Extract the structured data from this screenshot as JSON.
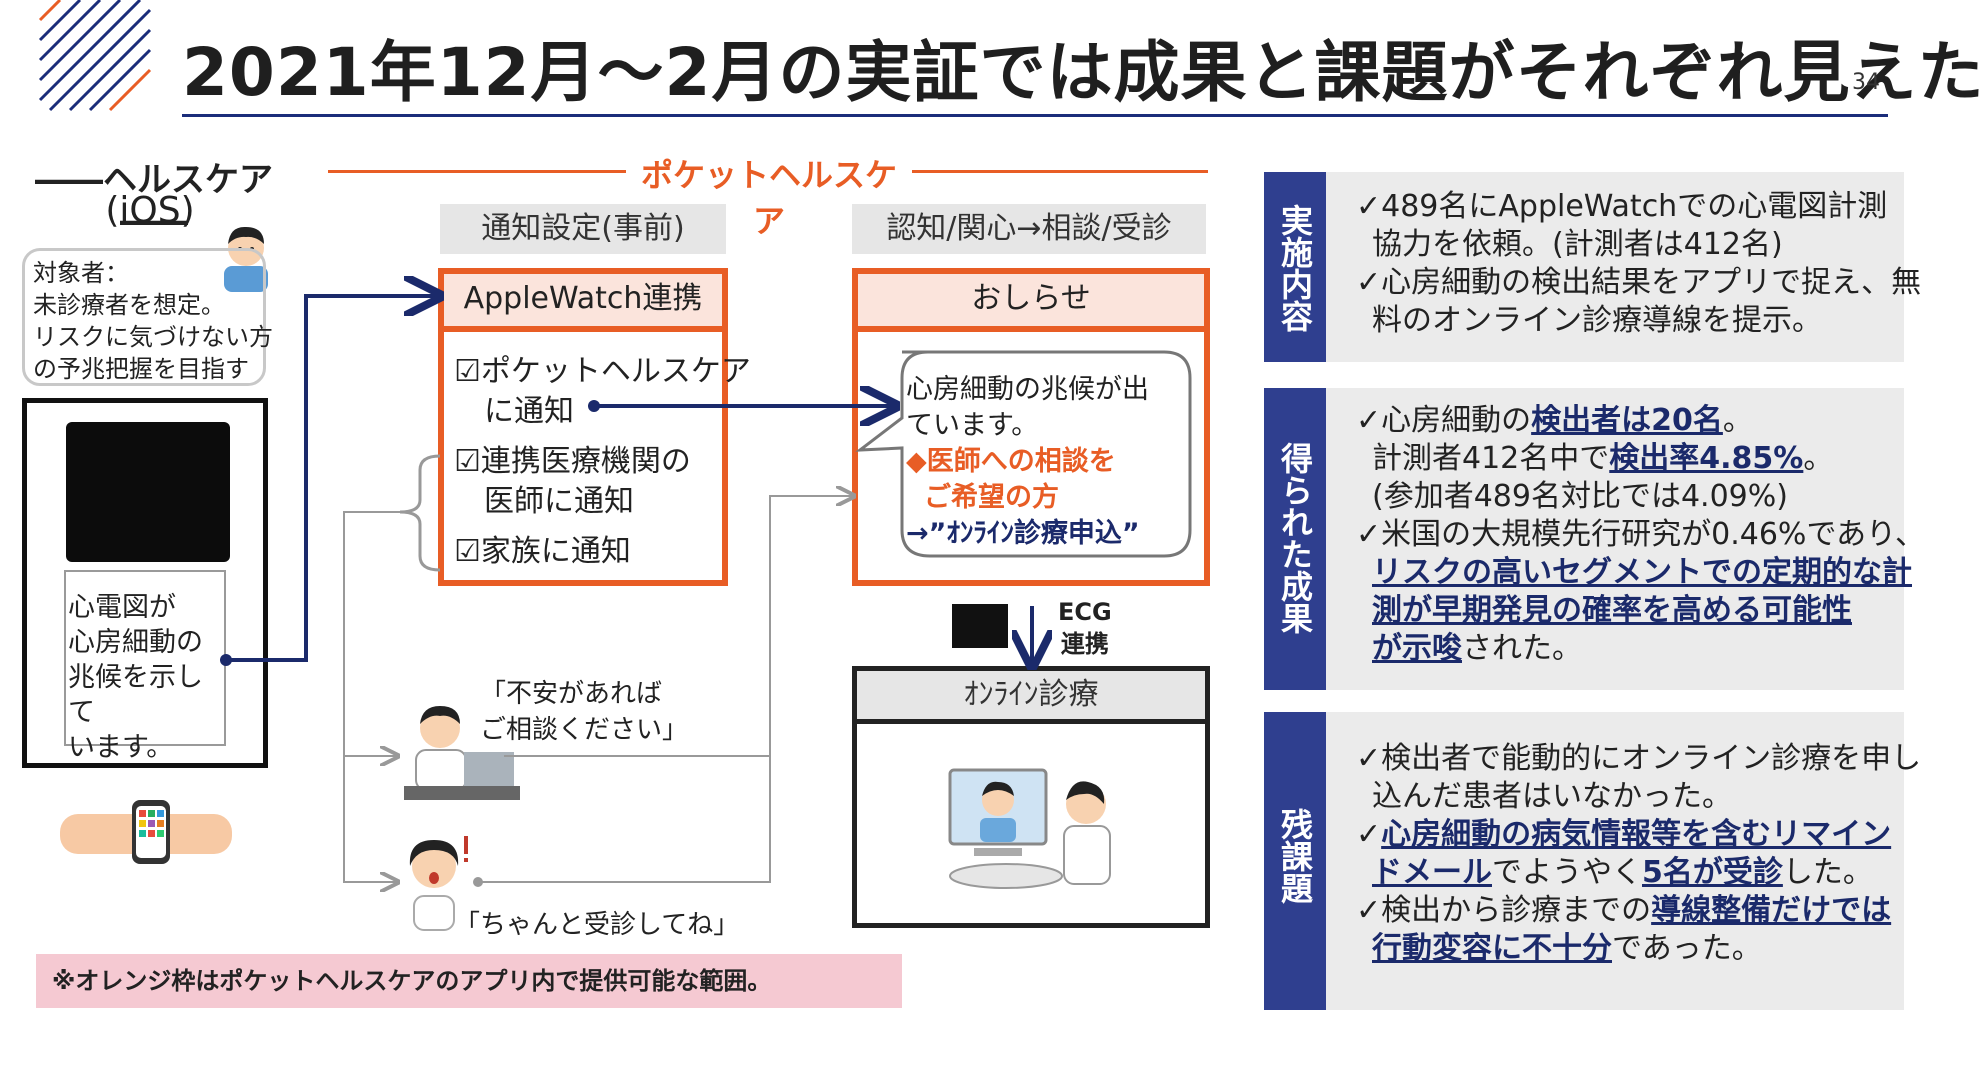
{
  "page": {
    "title": "2021年12月～2月の実証では成果と課題がそれぞれ見えた",
    "page_number": "34",
    "accent": "#e85d25",
    "navy": "#2f3f8f"
  },
  "left": {
    "heading": "ヘルスケア",
    "subheading": "(iOS)",
    "target_lines": [
      "対象者：",
      "未診療者を想定。",
      "リスクに気づけない方",
      "の予兆把握を目指す"
    ],
    "ecg_message_lines": [
      "心電図が",
      "心房細動の",
      "兆候を示して",
      "います。"
    ]
  },
  "pocket": {
    "banner": "ポケットヘルスケア",
    "col1_header": "通知設定(事前)",
    "col2_header": "認知/関心→相談/受診",
    "applewatch_title": "AppleWatch連携",
    "options": [
      [
        "☑ポケットヘルスケア",
        "に通知"
      ],
      [
        "☑連携医療機関の",
        "医師に通知"
      ],
      [
        "☑家族に通知"
      ]
    ],
    "notice_title": "おしらせ",
    "bubble_line1": "心房細動の兆候が出",
    "bubble_line2": "ています。",
    "bubble_cta1": "◆医師への相談を",
    "bubble_cta2": "ご希望の方",
    "bubble_cta3": "→”ｵﾝﾗｲﾝ診療申込”",
    "ecg_label1": "ECG",
    "ecg_label2": "連携",
    "online_title": "ｵﾝﾗｲﾝ診療",
    "doctor_quote1": "「不安があれば",
    "doctor_quote2": "ご相談ください」",
    "family_quote": "「ちゃんと受診してね」",
    "footnote": "※オレンジ枠はポケットヘルスケアのアプリ内で提供可能な範囲。"
  },
  "sections": [
    {
      "label": "実施内容",
      "lines": [
        "✓489名にAppleWatchでの心電図計測",
        "協力を依頼。(計測者は412名)",
        "✓心房細動の検出結果をアプリで捉え、無",
        "料のオンライン診療導線を提示。"
      ]
    },
    {
      "label": "得られた成果",
      "l1a": "✓心房細動の",
      "l1b": "検出者は20名",
      "l1c": "。",
      "l2a": "計測者412名中で",
      "l2b": "検出率4.85%",
      "l2c": "。",
      "l3": "(参加者489名対比では4.09%)",
      "l4": "✓米国の大規模先行研究が0.46%であり、",
      "l5": "リスクの高いセグメントでの定期的な計",
      "l6": "測が早期発見の確率を高める可能性",
      "l7a": "が示唆",
      "l7b": "された。"
    },
    {
      "label": "残課題",
      "l1": "✓検出者で能動的にオンライン診療を申し",
      "l2": "込んだ患者はいなかった。",
      "l3a": "✓",
      "l3b": "心房細動の病気情報等を含むリマイン",
      "l4a": "ドメール",
      "l4b": "でようやく",
      "l4c": "5名が受診",
      "l4d": "した。",
      "l5a": "✓検出から診療までの",
      "l5b": "導線整備だけでは",
      "l6a": "行動変容に不十分",
      "l6b": "であった。"
    }
  ]
}
